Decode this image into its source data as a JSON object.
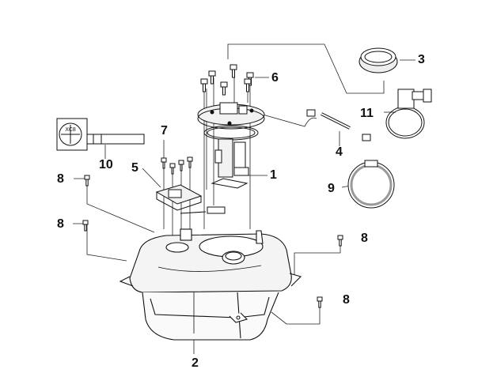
{
  "diagram": {
    "type": "exploded-parts-diagram",
    "callouts": {
      "c1": "1",
      "c2": "2",
      "c3": "3",
      "c4": "4",
      "c5": "5",
      "c6": "6",
      "c7": "7",
      "c8a": "8",
      "c8b": "8",
      "c8c": "8",
      "c8d": "8",
      "c9": "9",
      "c10": "10",
      "c11": "11"
    },
    "gauge_label": "XC8",
    "colors": {
      "line": "#111111",
      "part_fill": "#f2f2f2",
      "thin": "#555555"
    }
  }
}
